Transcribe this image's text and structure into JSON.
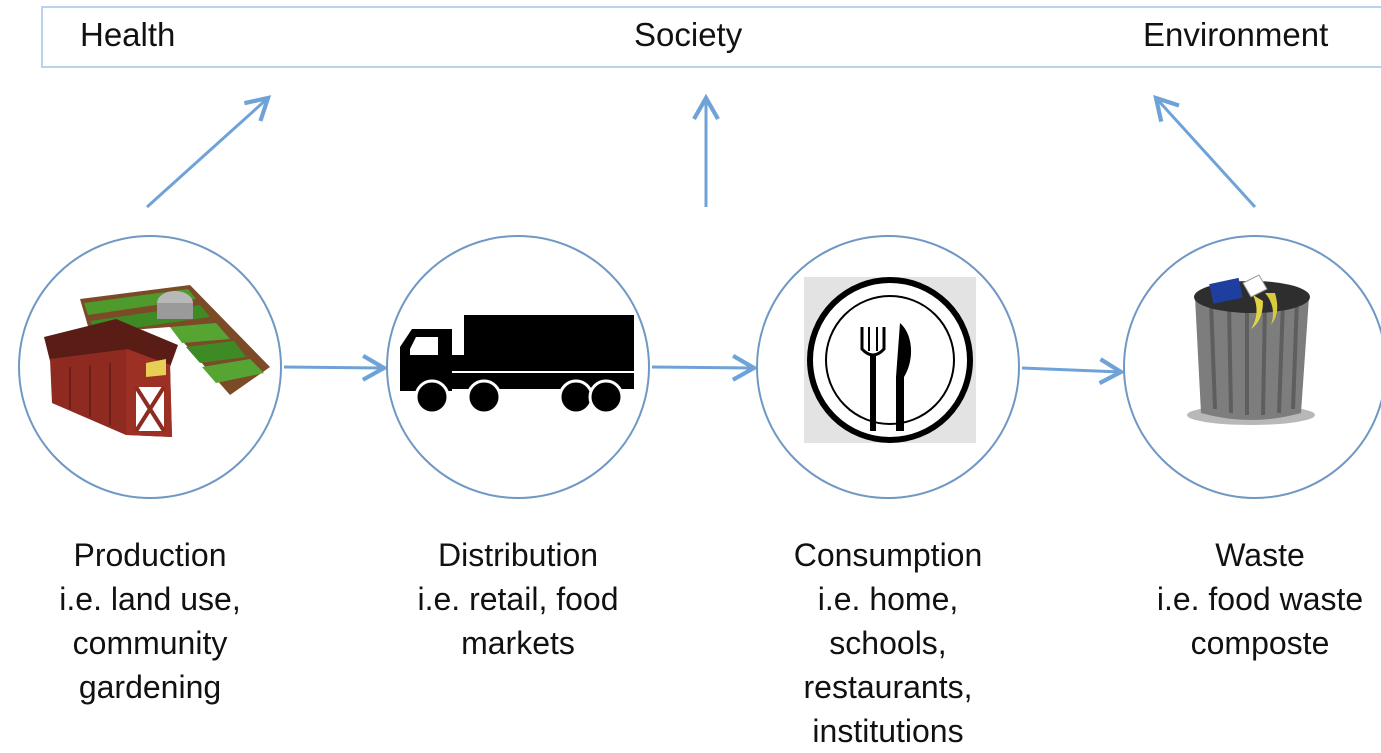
{
  "dimensions": {
    "health": "Health",
    "society": "Society",
    "environment": "Environment"
  },
  "stages": [
    {
      "name": "Production",
      "details": [
        "i.e. land use,",
        "community",
        "gardening"
      ],
      "icon": "barn-farm-icon"
    },
    {
      "name": "Distribution",
      "details": [
        "i.e. retail, food",
        "markets"
      ],
      "icon": "truck-icon"
    },
    {
      "name": "Consumption",
      "details": [
        "i.e. home,",
        "schools,",
        "restaurants,",
        "institutions"
      ],
      "icon": "plate-cutlery-icon"
    },
    {
      "name": "Waste",
      "details": [
        "i.e. food waste",
        "composte"
      ],
      "icon": "trash-can-icon"
    }
  ],
  "colors": {
    "arrow": "#6fa3d8",
    "frame": "#b9d3ec",
    "circle_border": "#6f98c4"
  }
}
